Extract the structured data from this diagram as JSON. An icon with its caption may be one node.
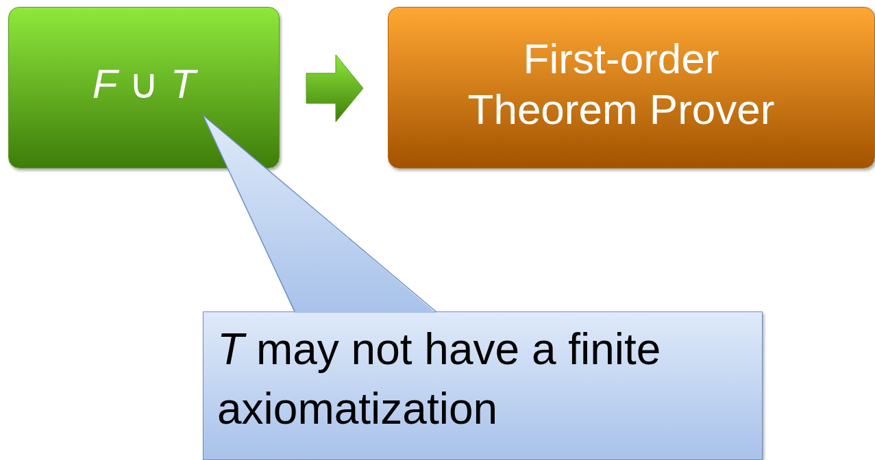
{
  "diagram": {
    "nodes": [
      {
        "text": [
          "*F* ∪ *T*"
        ]
      },
      {
        "text": [
          "First-order Theorem Prover"
        ]
      },
      {
        "text": [
          "*T* may not have a finite axiomatization"
        ]
      }
    ],
    "edges": [
      {
        "from": 0,
        "to": 1,
        "arrow": "to"
      },
      {
        "from": 2,
        "to": 0,
        "arrow": "none"
      }
    ]
  }
}
